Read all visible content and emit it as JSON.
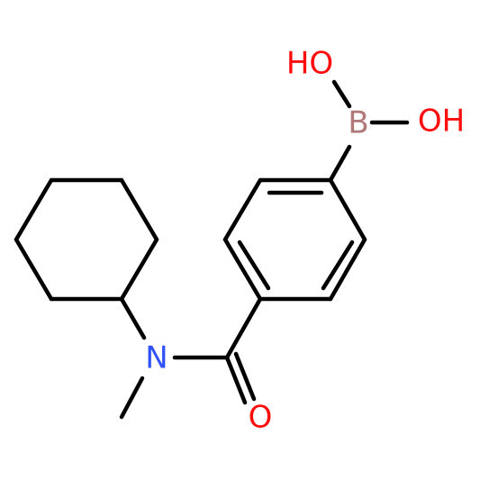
{
  "molecule": {
    "atoms": [
      {
        "key": "boron",
        "symbol": "B",
        "color": "#b07878"
      },
      {
        "key": "hydroxyl_top",
        "symbol": "HO",
        "color": "#ff0d0d"
      },
      {
        "key": "hydroxyl_right",
        "symbol": "OH",
        "color": "#ff0d0d"
      },
      {
        "key": "nitrogen",
        "symbol": "N",
        "color": "#3050f8"
      },
      {
        "key": "carbonyl_oxygen",
        "symbol": "O",
        "color": "#ff0d0d"
      }
    ]
  }
}
